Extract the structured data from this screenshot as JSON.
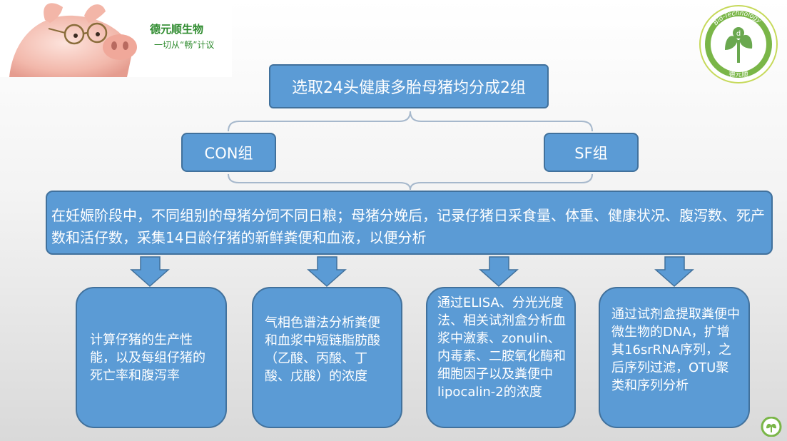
{
  "brand": {
    "name": "德元顺生物",
    "slogan": "一切从“畅”计议",
    "logo_text": "Bio-Technology",
    "logo_bottom_text": "德元顺"
  },
  "flow": {
    "title": "选取24头健康多胎母猪均分成2组",
    "groups": [
      "CON组",
      "SF组"
    ],
    "description": "在妊娠阶段中，不同组别的母猪分饲不同日粮；母猪分娩后，记录仔猪日采食量、体重、健康状况、腹泻数、死产数和活仔数，采集14日龄仔猪的新鲜粪便和血液，以便分析",
    "results": [
      "计算仔猪的生产性能，以及每组仔猪的死亡率和腹泻率",
      "气相色谱法分析粪便和血浆中短链脂肪酸（乙酸、丙酸、丁酸、戊酸）的浓度",
      "通过ELISA、分光光度法、相关试剂盒分析血浆中激素、zonulin、内毒素、二胺氧化酶和细胞因子以及粪便中lipocalin-2的浓度",
      "通过试剂盒提取粪便中微生物的DNA，扩增其16srRNA序列，之后序列过滤，OTU聚类和序列分析"
    ]
  },
  "colors": {
    "box_fill": "#5b9bd5",
    "box_border": "#41719c",
    "brand_green": "#2e8b2e"
  },
  "icons": [
    "pig-photo",
    "brand-logo-icon",
    "mini-logo-icon",
    "down-arrow-icon"
  ]
}
